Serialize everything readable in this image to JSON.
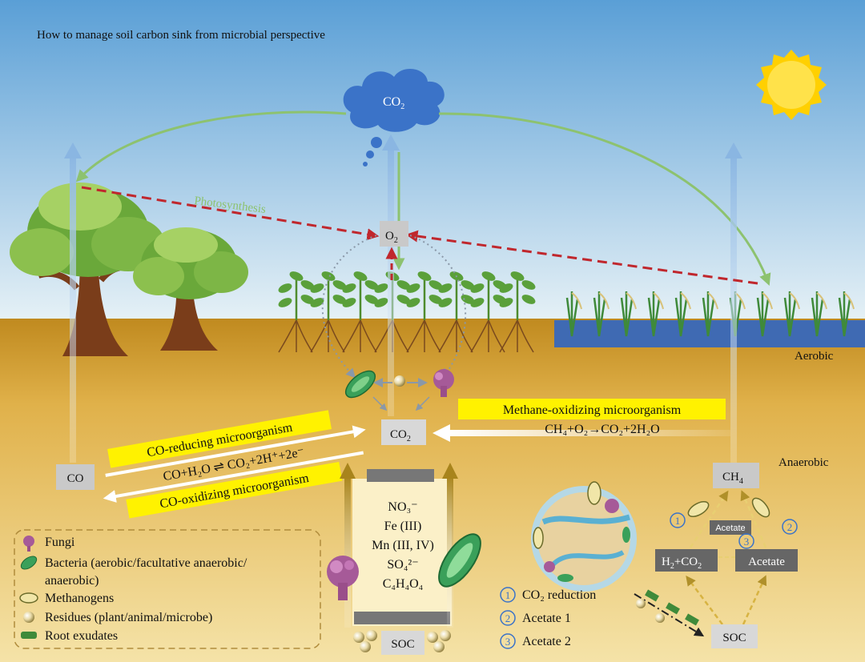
{
  "title": "How to manage soil carbon sink from microbial perspective",
  "labels": {
    "cloud": "CO",
    "cloud_sub": "2",
    "photosynthesis": "Photosynthesis",
    "o2": "O",
    "o2_sub": "2",
    "co2_center": "CO",
    "co2_center_sub": "2",
    "aerobic": "Aerobic",
    "anaerobic": "Anaerobic",
    "co_box": "CO",
    "ch4_box": "CH",
    "ch4_sub": "4",
    "soc_center": "SOC",
    "soc_right": "SOC",
    "h2co2": "H",
    "h2co2_sub": "2",
    "h2co2_tail": "+CO",
    "h2co2_sub2": "2",
    "acetate_box": "Acetate",
    "acetate_small": "Acetate"
  },
  "banners": {
    "co_reducing": "CO-reducing microorganism",
    "co_oxidizing": "CO-oxidizing microorganism",
    "methane_oxidizing": "Methane-oxidizing microorganism"
  },
  "equations": {
    "co_eq": "CO+H₂O ⇌ CO₂+2H⁺+2e⁻",
    "ch4_eq": "CH₄+O₂→CO₂+2H₂O"
  },
  "acceptors": [
    "NO₃⁻",
    "Fe (III)",
    "Mn (III, IV)",
    "SO₄²⁻",
    "C₄H₄O₄"
  ],
  "pathways": [
    {
      "num": "1",
      "text": "CO₂ reduction"
    },
    {
      "num": "2",
      "text": "Acetate 1"
    },
    {
      "num": "3",
      "text": "Acetate 2"
    }
  ],
  "legend": [
    {
      "icon": "fungi-icon",
      "text": "Fungi"
    },
    {
      "icon": "bacteria-icon",
      "text": "Bacteria (aerobic/facultative anaerobic/"
    },
    {
      "icon": "",
      "text": "anaerobic)"
    },
    {
      "icon": "methanogen-icon",
      "text": "Methanogens"
    },
    {
      "icon": "residue-icon",
      "text": "Residues (plant/animal/microbe)"
    },
    {
      "icon": "root-exudate-icon",
      "text": "Root exudates"
    }
  ],
  "markers": {
    "one": "1",
    "two": "2",
    "three": "3"
  },
  "colors": {
    "sky_top": "#5a9fd6",
    "sky_bottom": "#dfeef7",
    "soil_top": "#c08a1f",
    "soil_bottom": "#f3dc9a",
    "banner": "#fff200",
    "dashed_red": "#c0272d",
    "arrow_green": "#8dc26f",
    "arrow_blue": "#a9c9e8",
    "cloud": "#3b73c8",
    "water": "#3f6ab3",
    "sun": "#ffd000"
  }
}
